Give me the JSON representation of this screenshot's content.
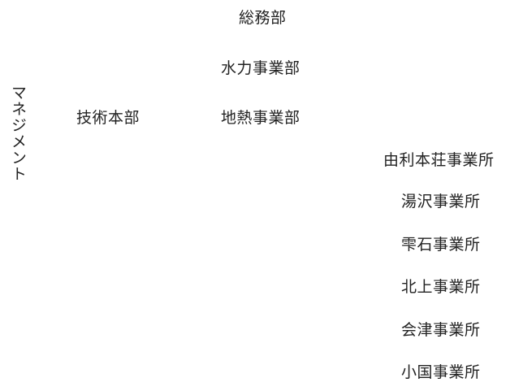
{
  "org_chart": {
    "root": "マネジメント",
    "level1": [
      {
        "label": "技術本部"
      }
    ],
    "level2": [
      {
        "label": "総務部"
      },
      {
        "label": "水力事業部"
      },
      {
        "label": "地熱事業部"
      }
    ],
    "level3": [
      {
        "label": "由利本荘事業所"
      },
      {
        "label": "湯沢事業所"
      },
      {
        "label": "雫石事業所"
      },
      {
        "label": "北上事業所"
      },
      {
        "label": "会津事業所"
      },
      {
        "label": "小国事業所"
      }
    ]
  }
}
